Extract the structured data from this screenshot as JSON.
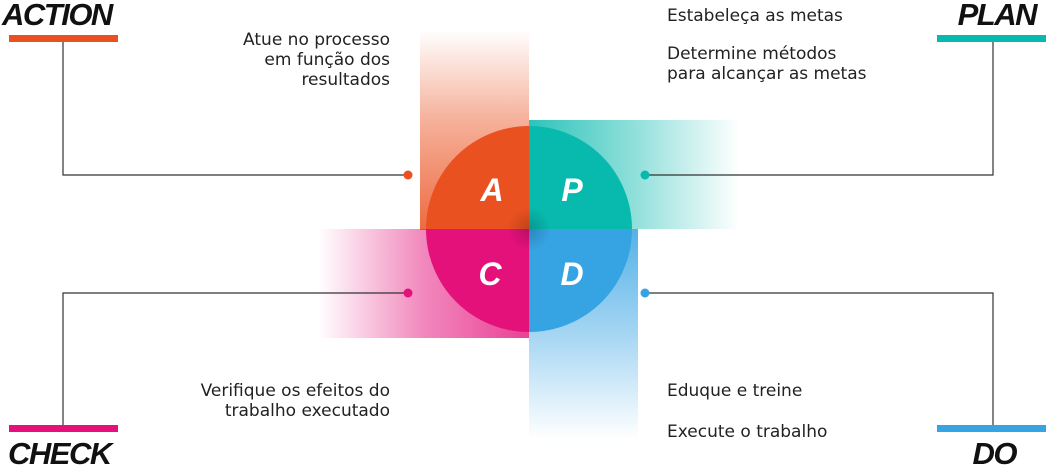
{
  "colors": {
    "action": "#ea5120",
    "plan": "#08b9ae",
    "check": "#e4117a",
    "do": "#36a3e3",
    "line": "#333333"
  },
  "quadrants": {
    "action": {
      "title": "ACTION",
      "letter": "A",
      "lines": [
        "Atue no processo",
        "em função dos",
        "resultados"
      ]
    },
    "plan": {
      "title": "PLAN",
      "letter": "P",
      "items": [
        "Estabeleça as metas",
        "Determine métodos",
        "para alcançar as metas"
      ]
    },
    "check": {
      "title": "CHECK",
      "letter": "C",
      "lines": [
        "Verifique os efeitos do",
        "trabalho executado"
      ]
    },
    "do": {
      "title": "DO",
      "letter": "D",
      "items": [
        "Eduque e treine",
        "Execute o trabalho"
      ]
    }
  }
}
